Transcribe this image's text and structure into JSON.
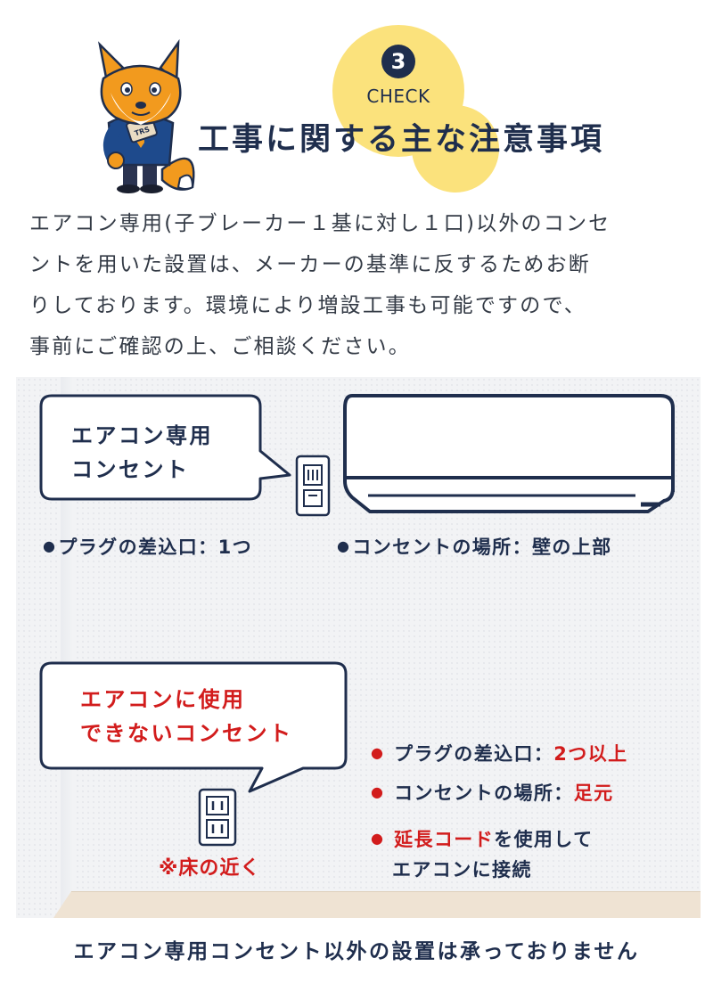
{
  "header": {
    "step_number": "3",
    "step_label": "CHECK",
    "title": "工事に関する主な注意事項",
    "mascot_badge": "TRS"
  },
  "intro": {
    "lines": [
      "エアコン専用(子ブレーカー１基に対し１口)以外のコンセ",
      "ントを用いた設置は、メーカーの基準に反するためお断",
      "りしております。環境により増設工事も可能ですので、",
      "事前にご確認の上、ご相談ください。"
    ]
  },
  "ok_case": {
    "bubble_lines": [
      "エアコン専用",
      "コンセント"
    ],
    "plug_count_label": "プラグの差込口：1つ",
    "location_label": "コンセントの場所：壁の上部"
  },
  "ng_case": {
    "bubble_lines": [
      "エアコンに使用",
      "できないコンセント"
    ],
    "plug_label": "プラグの差込口：",
    "plug_value": "2つ以上",
    "location_label": "コンセントの場所：",
    "location_value": "足元",
    "extension_red": "延長コード",
    "extension_rest": "を使用して",
    "extension_line2": "エアコンに接続",
    "floor_note": "※床の近く"
  },
  "footer": {
    "text": "エアコン専用コンセント以外の設置は承っておりません"
  },
  "colors": {
    "navy": "#1f2e4d",
    "accent_yellow": "#fbe27c",
    "warning_red": "#d21c1c",
    "panel_bg": "#f2f3f5",
    "floor": "#efe3d3",
    "fox_orange": "#f29a1e"
  }
}
